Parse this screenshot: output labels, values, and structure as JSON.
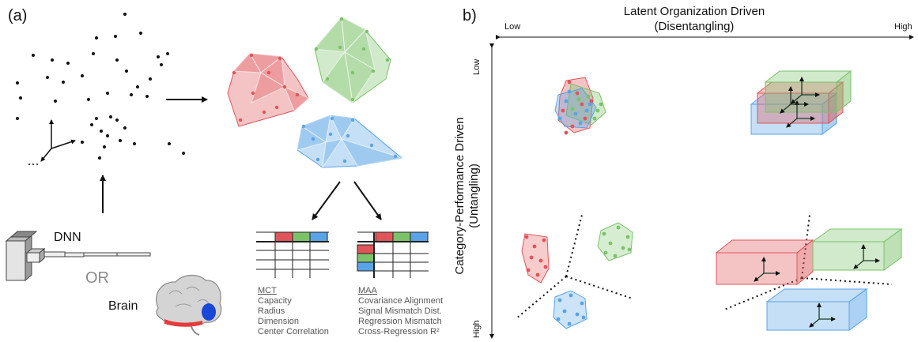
{
  "panel_a": {
    "label": "(a)",
    "sources": {
      "dnn": "DNN",
      "or": "OR",
      "brain": "Brain"
    },
    "mct": {
      "title": "MCT",
      "metrics": [
        "Capacity",
        "Radius",
        "Dimension",
        "Center Correlation"
      ]
    },
    "maa": {
      "title": "MAA",
      "metrics": [
        "Covariance Alignment",
        "Signal Mismatch Dist.",
        "Regression Mismatch",
        "Cross-Regression R²"
      ]
    }
  },
  "panel_b": {
    "label": "b)",
    "x_axis": {
      "title_line1": "Latent Organization Driven",
      "title_line2": "(Disentangling)",
      "low": "Low",
      "high": "High"
    },
    "y_axis": {
      "title_line1": "Category-Performance Driven",
      "title_line2": "(Untangling)",
      "low": "Low",
      "high": "High"
    }
  },
  "colors": {
    "red": "#e0555a",
    "green": "#7cc26a",
    "blue": "#5aa3e6",
    "neuron": "#111111"
  }
}
